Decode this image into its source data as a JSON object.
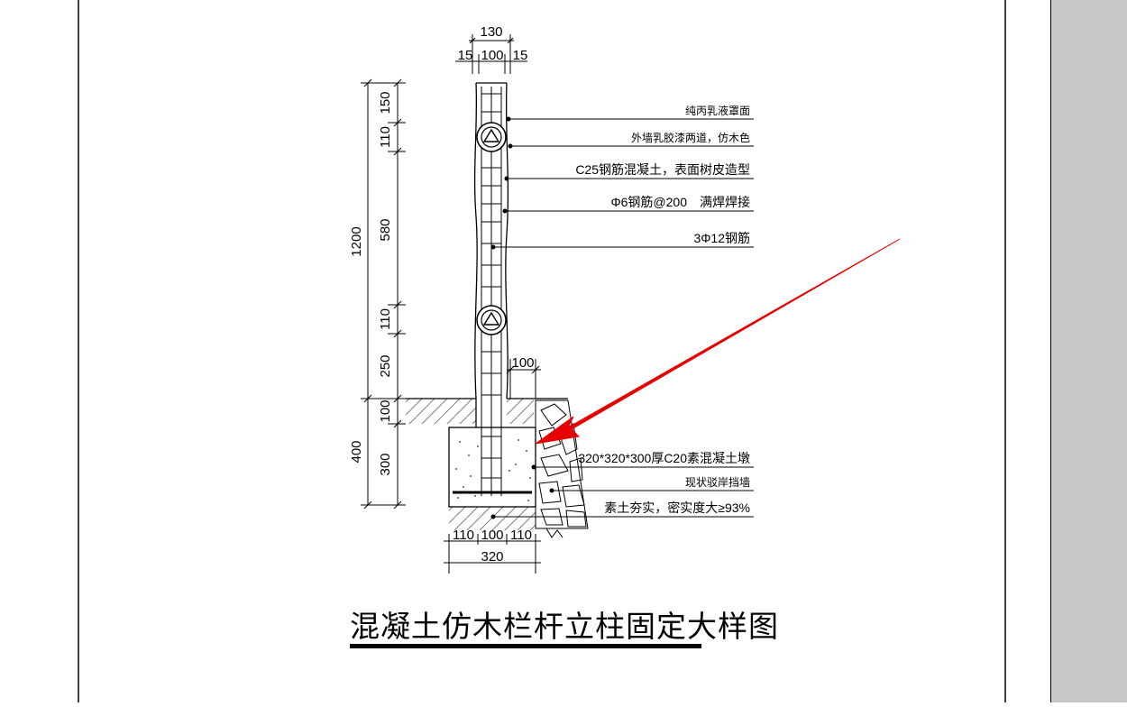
{
  "drawing": {
    "title": "混凝土仿木栏杆立柱固定大样图",
    "top_dims": {
      "total": "130",
      "left_cover": "15",
      "core": "100",
      "right_cover": "15"
    },
    "left_dims": {
      "d150": "150",
      "d110a": "110",
      "d580": "580",
      "d110b": "110",
      "d250": "250",
      "d1200": "1200",
      "d100": "100",
      "d300": "300",
      "d400": "400"
    },
    "side_dim": "100",
    "bottom_dims": {
      "left": "110",
      "mid": "100",
      "right": "110",
      "total": "320"
    },
    "callouts": [
      "纯丙乳液罩面",
      "外墙乳胶漆两道，仿木色",
      "C25钢筋混凝土，表面树皮造型",
      "Φ6钢筋@200　满焊焊接",
      "3Φ12钢筋",
      "320*320*300厚C20素混凝土墩",
      "现状驳岸挡墙",
      "素土夯实，密实度大≥93%"
    ]
  },
  "colors": {
    "annotation_arrow": "#e60000",
    "panel": "#c8c8c8"
  }
}
